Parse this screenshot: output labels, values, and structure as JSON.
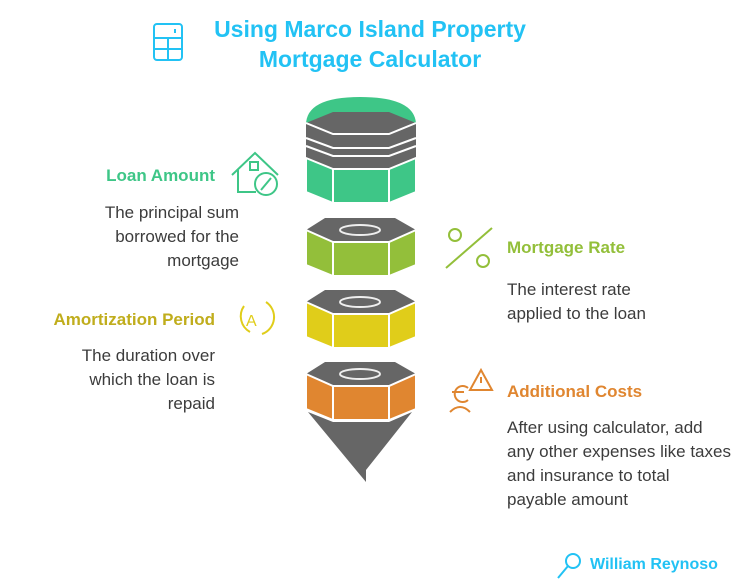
{
  "title": "Using Marco Island Property Mortgage Calculator",
  "colors": {
    "title": "#22c2f4",
    "green": "#3ec687",
    "lime": "#93bf3a",
    "yellow": "#e0cd1a",
    "orange": "#e08630",
    "gray": "#666666"
  },
  "sections": [
    {
      "heading": "Loan Amount",
      "description": "The principal sum borrowed for the mortgage",
      "icon": "house-percent-icon",
      "color": "#3ec687"
    },
    {
      "heading": "Mortgage Rate",
      "description": "The interest rate applied to the loan",
      "icon": "percent-icon",
      "color": "#93bf3a"
    },
    {
      "heading": "Amortization Period",
      "description": "The duration over which the loan is repaid",
      "icon": "amortization-cycle-icon",
      "color": "#c0ad1c"
    },
    {
      "heading": "Additional Costs",
      "description": "After using calculator, add any other expenses like taxes and insurance to total payable amount",
      "icon": "euro-warning-icon",
      "color": "#e08630"
    }
  ],
  "author": "William Reynoso"
}
